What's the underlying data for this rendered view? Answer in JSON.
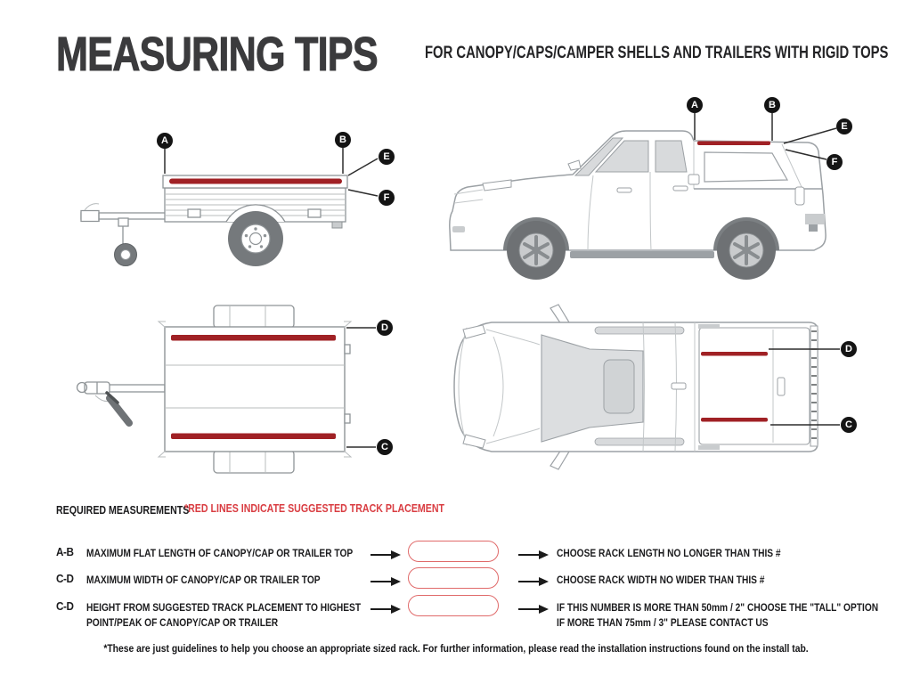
{
  "header": {
    "title": "MEASURING TIPS",
    "subtitle": "FOR CANOPY/CAPS/CAMPER SHELLS AND TRAILERS WITH RIGID TOPS"
  },
  "legend": {
    "required": "REQUIRED MEASUREMENTS",
    "note": "*RED LINES INDICATE SUGGESTED TRACK PLACEMENT"
  },
  "diagrams": {
    "trailer_side": {
      "labels": {
        "a": "A",
        "b": "B",
        "e": "E",
        "f": "F"
      }
    },
    "truck_side": {
      "labels": {
        "a": "A",
        "b": "B",
        "e": "E",
        "f": "F"
      }
    },
    "trailer_top": {
      "labels": {
        "d": "D",
        "c": "C"
      }
    },
    "truck_top": {
      "labels": {
        "d": "D",
        "c": "C"
      }
    }
  },
  "measurements": [
    {
      "id": "A-B",
      "description": "MAXIMUM  FLAT LENGTH OF CANOPY/CAP OR TRAILER TOP",
      "result_lines": [
        "CHOOSE RACK LENGTH NO LONGER THAN THIS #",
        ""
      ]
    },
    {
      "id": "C-D",
      "description": "MAXIMUM  WIDTH OF CANOPY/CAP OR TRAILER TOP",
      "result_lines": [
        "CHOOSE RACK WIDTH NO WIDER THAN THIS #",
        ""
      ]
    },
    {
      "id": "C-D",
      "description": "HEIGHT FROM SUGGESTED TRACK PLACEMENT TO HIGHEST POINT/PEAK OF CANOPY/CAP OR TRAILER",
      "result_lines": [
        "IF THIS NUMBER IS MORE THAN 50mm / 2\" CHOOSE THE \"TALL\" OPTION",
        "IF MORE THAN 75mm / 3\" PLEASE CONTACT US"
      ]
    }
  ],
  "footnote": "*These are just guidelines to help you choose an appropriate sized rack. For further information, please read the installation instructions found on the install tab.",
  "colors": {
    "track_red": "#A02125",
    "note_red": "#D93D42",
    "oval_red": "#E06A6A",
    "title_gray": "#3B3B3D"
  }
}
